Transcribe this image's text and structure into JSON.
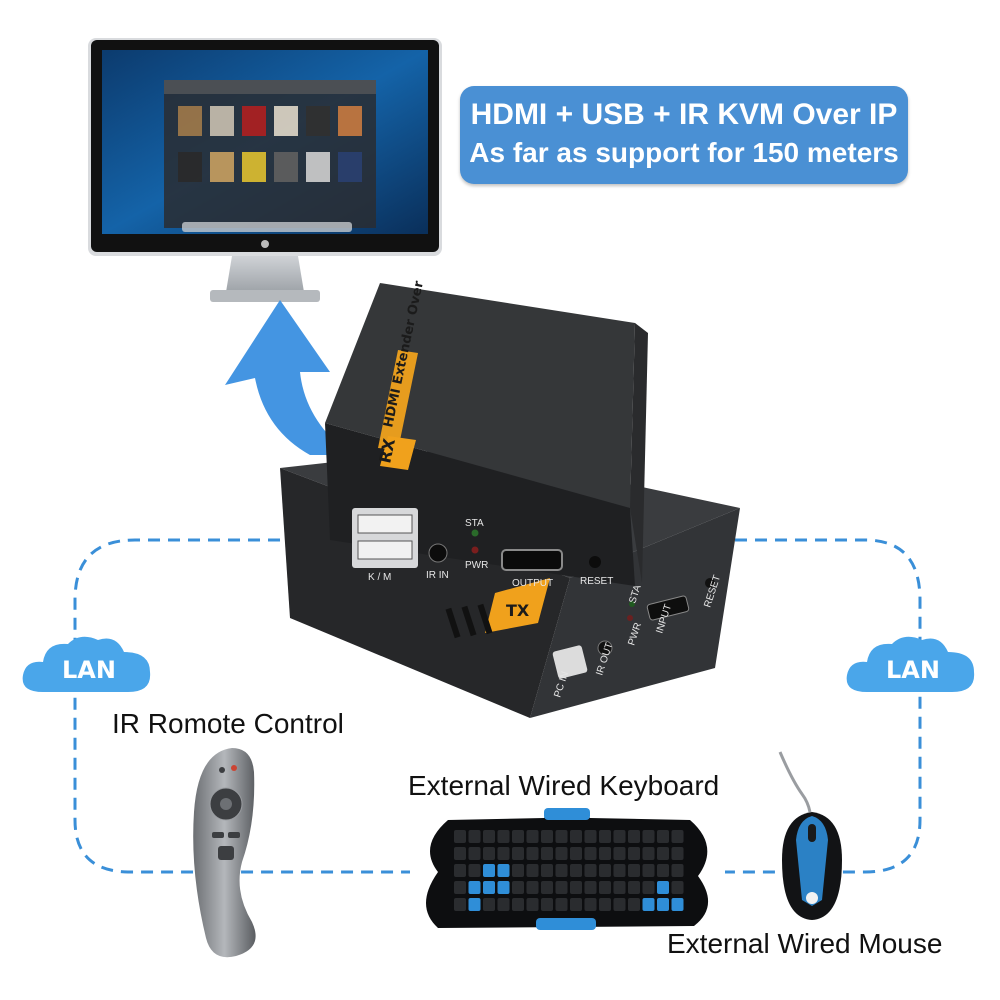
{
  "banner": {
    "line1": "HDMI + USB + IR KVM Over IP",
    "line2": "As far as support for 150 meters"
  },
  "clouds": {
    "left_label": "LAN",
    "right_label": "LAN"
  },
  "captions": {
    "ir_remote": "IR Romote Control",
    "keyboard": "External Wired Keyboard",
    "mouse": "External Wired Mouse"
  },
  "receiver": {
    "top_label": "HDMI Extender Over Ethernet",
    "model_badge": "RX",
    "ports": {
      "usb": "K / M",
      "ir_in": "IR IN",
      "output": "OUTPUT",
      "reset": "RESET",
      "sta": "STA",
      "pwr": "PWR"
    }
  },
  "transmitter": {
    "model_badge": "TX",
    "ports": {
      "pc_in": "PC IN",
      "ir_out": "IR OUT",
      "input": "INPUT",
      "reset": "RESET",
      "sta": "STA",
      "pwr": "PWR"
    }
  },
  "colors": {
    "banner_bg": "#4a90d4",
    "arrow": "#3a8fe0",
    "dashed_line": "#3a8fd8",
    "cloud": "#4aa6ea",
    "device_body": "#2e2f31",
    "device_stripe": "#f0a11c"
  }
}
